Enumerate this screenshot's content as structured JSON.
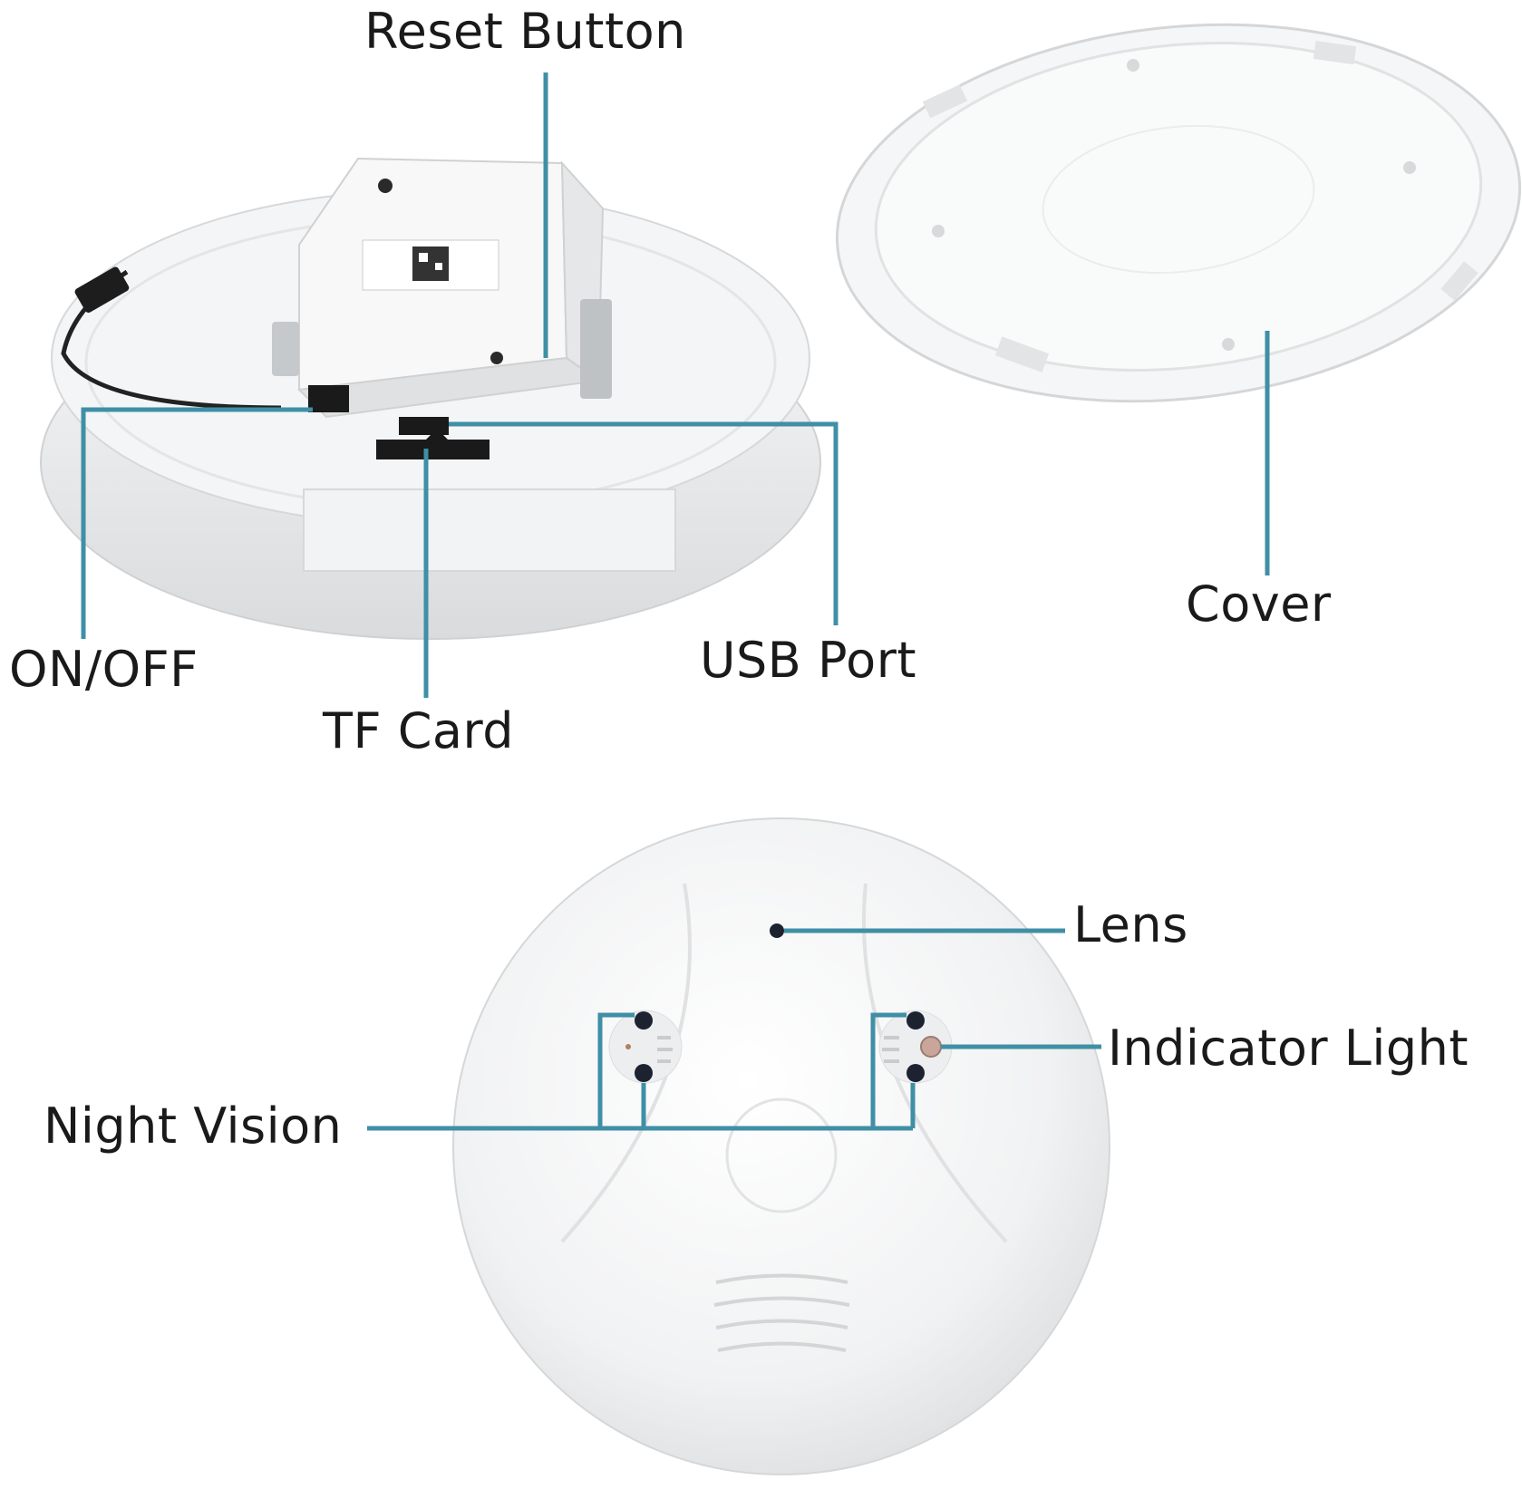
{
  "labels": {
    "reset_button": "Reset Button",
    "cover": "Cover",
    "on_off": "ON/OFF",
    "usb_port": "USB Port",
    "tf_card": "TF Card",
    "lens": "Lens",
    "indicator_light": "Indicator Light",
    "night_vision": "Night Vision"
  },
  "colors": {
    "leader_line": "#3f8fa6",
    "device_body": "#f2f2f2",
    "device_shadow": "#d4d6d8",
    "text": "#1a1a1a"
  }
}
